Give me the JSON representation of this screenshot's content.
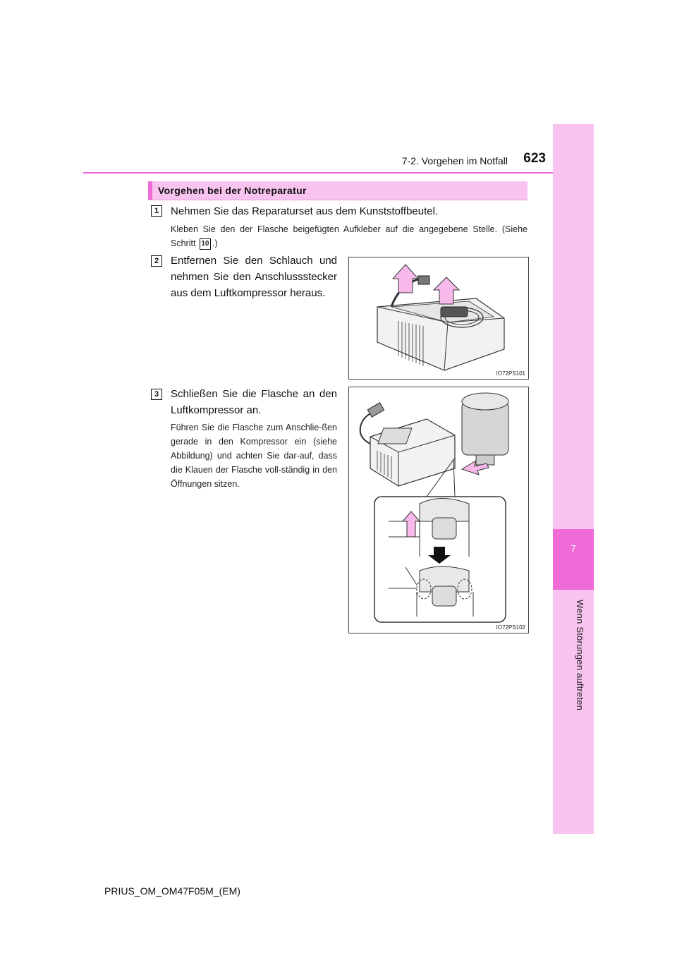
{
  "header": {
    "section": "7-2. Vorgehen im Notfall",
    "page_number": "623"
  },
  "side_tab": {
    "chapter_number": "7",
    "chapter_title": "Wenn Störungen auftreten"
  },
  "section_heading": "Vorgehen bei der Notreparatur",
  "steps": [
    {
      "number": "1",
      "main": "Nehmen Sie das Reparaturset aus dem Kunststoffbeutel.",
      "note_before_ref": "Kleben Sie den der Flasche beigefügten Aufkleber auf die angegebene Stelle. (Siehe Schritt",
      "note_ref": "10",
      "note_after_ref": ".)"
    },
    {
      "number": "2",
      "main": "Entfernen Sie den Schlauch und nehmen Sie den Anschlussstecker aus dem Luftkompressor heraus.",
      "figure_code": "IO72PS101"
    },
    {
      "number": "3",
      "main": "Schließen Sie die Flasche an den Luftkompressor an.",
      "note": "Führen Sie die Flasche zum Anschlie-ßen gerade in den Kompressor ein (siehe Abbildung) und achten Sie dar-auf, dass die Klauen der Flasche voll-ständig in den Öffnungen sitzen.",
      "figure_code": "IO72PS102"
    }
  ],
  "footer": "PRIUS_OM_OM47F05M_(EM)",
  "colors": {
    "accent": "#f06ad8",
    "accent_light": "#f9c3ef",
    "arrow_fill": "#f7b8ea"
  }
}
